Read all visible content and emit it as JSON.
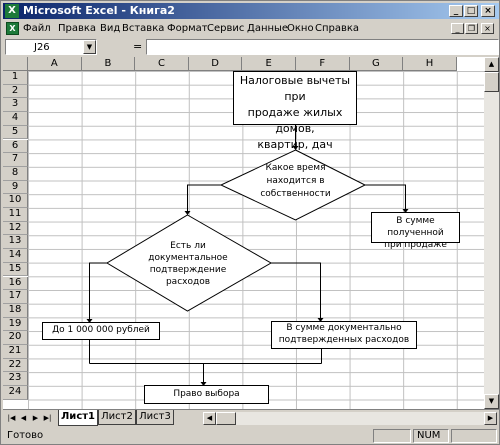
{
  "window": {
    "title": "Microsoft Excel - Книга2",
    "app_icon": "excel-icon"
  },
  "title_buttons": {
    "minimize": "_",
    "maximize": "□",
    "close": "×"
  },
  "menu": {
    "items": [
      "Файл",
      "Правка",
      "Вид",
      "Вставка",
      "Формат",
      "Сервис",
      "Данные",
      "Окно",
      "Справка"
    ],
    "doc_buttons": {
      "minimize": "_",
      "restore": "❐",
      "close": "×"
    }
  },
  "formula_bar": {
    "name_box": "J26",
    "equals": "=",
    "formula": ""
  },
  "grid": {
    "columns": [
      "A",
      "B",
      "C",
      "D",
      "E",
      "F",
      "G",
      "H"
    ],
    "rows": [
      "1",
      "2",
      "3",
      "4",
      "5",
      "6",
      "7",
      "8",
      "9",
      "10",
      "11",
      "12",
      "13",
      "14",
      "15",
      "16",
      "17",
      "18",
      "19",
      "20",
      "21",
      "22",
      "23",
      "24"
    ]
  },
  "flowchart": {
    "start_box": [
      "Налоговые вычеты при",
      "продаже жилых домов,",
      "квартир, дач"
    ],
    "decision1": [
      "Какое время",
      "находится в",
      "собственности"
    ],
    "right_box": [
      "В сумме полученной",
      "при продаже"
    ],
    "decision2": [
      "Есть ли",
      "документальное",
      "подтверждение",
      "расходов"
    ],
    "left_box": "До 1 000 000 рублей",
    "doc_box": [
      "В сумме документально",
      "подтвержденных расходов"
    ],
    "bottom_box": "Право выбора"
  },
  "sheets": {
    "tabs": [
      "Лист1",
      "Лист2",
      "Лист3"
    ],
    "active": 0
  },
  "status": {
    "ready": "Готово",
    "num": "NUM"
  }
}
